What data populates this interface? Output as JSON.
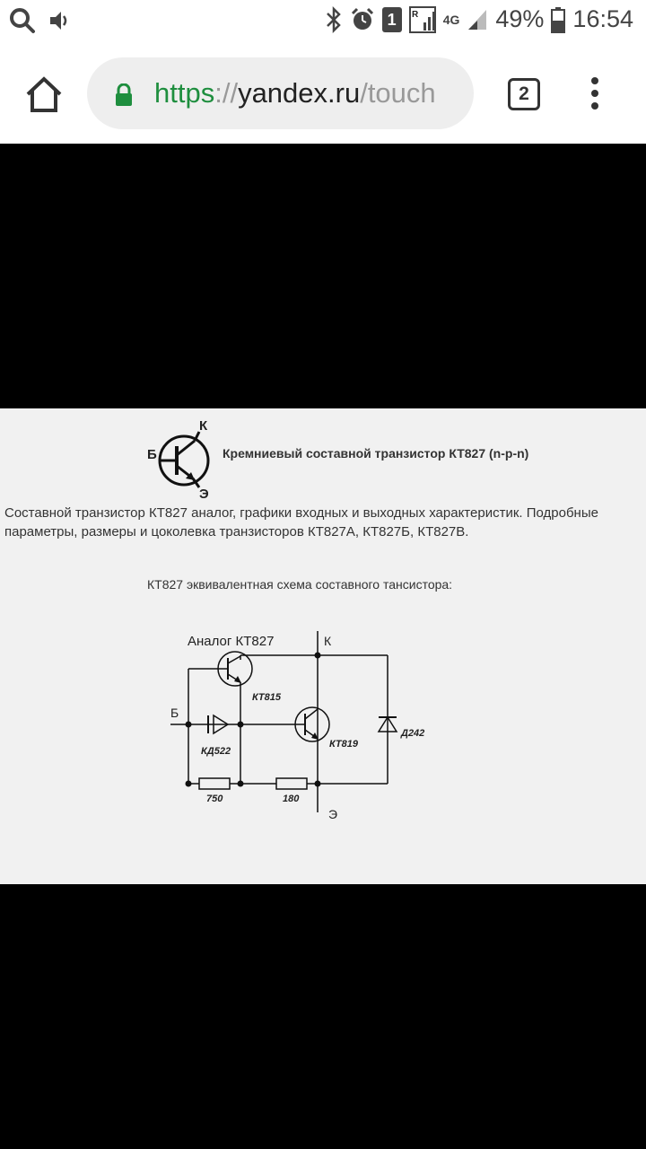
{
  "status_bar": {
    "battery": "49%",
    "time": "16:54",
    "network": "4G",
    "sim_slot": "1",
    "signal_label": "R",
    "icons": [
      "search-icon",
      "volume-icon",
      "bluetooth-icon",
      "alarm-icon",
      "sim-icon",
      "signal-icon",
      "battery-icon"
    ]
  },
  "browser": {
    "url_scheme": "https",
    "url_sep": "://",
    "url_host": "yandex.ru",
    "url_path": "/touch",
    "tab_count": "2"
  },
  "content": {
    "transistor_labels": {
      "base": "Б",
      "collector": "К",
      "emitter": "Э"
    },
    "heading": "Кремниевый составной транзистор КТ827 (n-p-n)",
    "description": "Составной транзистор КТ827 аналог, графики входных и выходных характеристик. Подробные параметры, размеры и цоколевка транзисторов КТ827А, КТ827Б, КТ827В.",
    "schematic_title": "КТ827 эквивалентная схема составного тансистора:",
    "schematic": {
      "analog_label": "Аналог КТ827",
      "collector": "К",
      "base": "Б",
      "emitter": "Э",
      "t1": "КТ815",
      "t2": "КТ819",
      "diode1": "КД522",
      "diode2": "Д242",
      "r1": "750",
      "r2": "180"
    }
  }
}
